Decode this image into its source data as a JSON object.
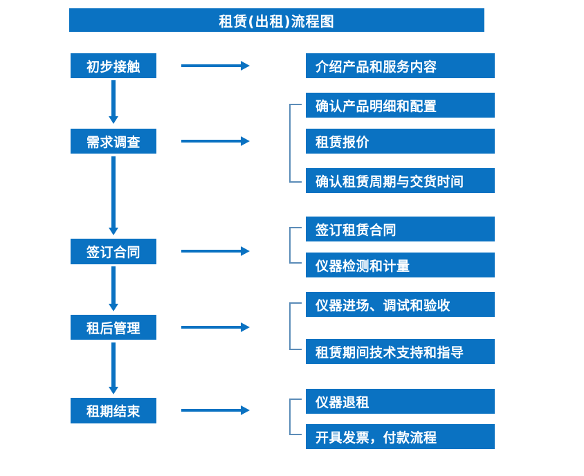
{
  "title": {
    "text": "租赁(出租)流程图"
  },
  "colors": {
    "box_blue": "#0a72c2",
    "arrow_blue": "#0a72c2",
    "bracket_blue": "#5b8cb8",
    "box_text": "#ffffff",
    "background": "#ffffff"
  },
  "flow": {
    "stages": [
      {
        "id": "stage-1",
        "label": "初步接触"
      },
      {
        "id": "stage-2",
        "label": "需求调查"
      },
      {
        "id": "stage-3",
        "label": "签订合同"
      },
      {
        "id": "stage-4",
        "label": "租后管理"
      },
      {
        "id": "stage-5",
        "label": "租期结束"
      }
    ],
    "details": [
      {
        "id": "detail-1-1",
        "label": "介绍产品和服务内容",
        "group": 1
      },
      {
        "id": "detail-2-1",
        "label": "确认产品明细和配置",
        "group": 2
      },
      {
        "id": "detail-2-2",
        "label": "租赁报价",
        "group": 2
      },
      {
        "id": "detail-2-3",
        "label": "确认租赁周期与交货时间",
        "group": 2
      },
      {
        "id": "detail-3-1",
        "label": "签订租赁合同",
        "group": 3
      },
      {
        "id": "detail-3-2",
        "label": "仪器检测和计量",
        "group": 3
      },
      {
        "id": "detail-4-1",
        "label": "仪器进场、调试和验收",
        "group": 4
      },
      {
        "id": "detail-4-2",
        "label": "租赁期间技术支持和指导",
        "group": 4
      },
      {
        "id": "detail-5-1",
        "label": "仪器退租",
        "group": 5
      },
      {
        "id": "detail-5-2",
        "label": "开具发票，付款流程",
        "group": 5
      }
    ],
    "connector_labels": {
      "horizontal_arrow": "leads-to",
      "vertical_arrow": "next-stage",
      "group_bracket": "groups-details"
    }
  }
}
